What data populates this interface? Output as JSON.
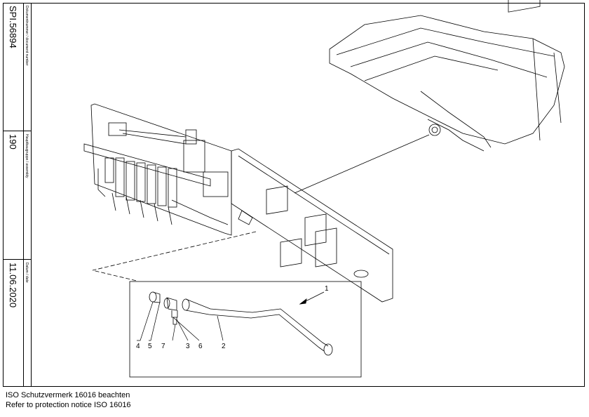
{
  "sidebar": {
    "document_number_label": "Dokumentnummer / document number",
    "document_number": "SPI.56894",
    "assembly_label": "Hauptbaugruppe / assembly",
    "assembly": "190",
    "date_label": "Datum / date",
    "date": "11.06.2020"
  },
  "callouts": [
    "1",
    "2",
    "3",
    "4",
    "5",
    "6",
    "7"
  ],
  "footer": {
    "line1": "ISO Schutzvermerk 16016 beachten",
    "line2": "Refer to protection notice ISO 16016"
  }
}
